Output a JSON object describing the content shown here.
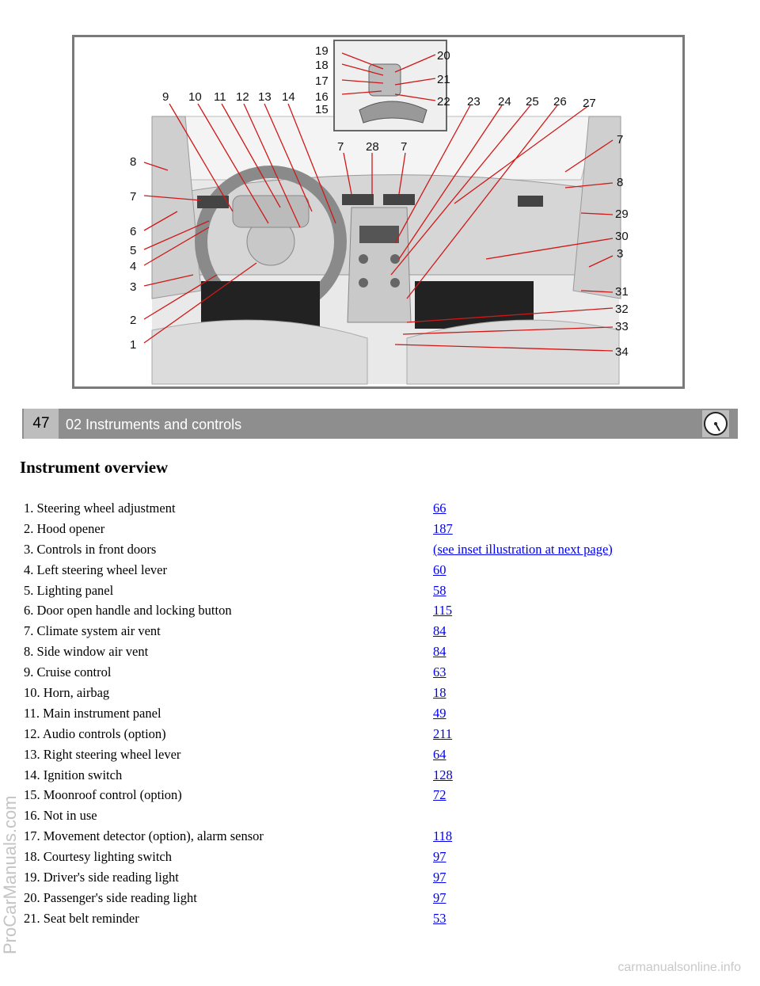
{
  "figure": {
    "callouts": [
      "1",
      "2",
      "3",
      "4",
      "5",
      "6",
      "7",
      "8",
      "9",
      "10",
      "11",
      "12",
      "13",
      "14",
      "15",
      "16",
      "17",
      "18",
      "19",
      "20",
      "21",
      "22",
      "23",
      "24",
      "25",
      "26",
      "27",
      "28",
      "29",
      "30",
      "31",
      "32",
      "33",
      "34"
    ]
  },
  "header": {
    "page_number": "47",
    "chapter_title": "02 Instruments and controls"
  },
  "page_title": "Instrument overview",
  "items": [
    {
      "label": "1. Steering wheel adjustment",
      "ref": "66"
    },
    {
      "label": "2. Hood opener",
      "ref": "187"
    },
    {
      "label": "3. Controls in front doors",
      "ref": "(see inset illustration at next page)"
    },
    {
      "label": "4. Left steering wheel lever",
      "ref": "60"
    },
    {
      "label": "5. Lighting panel",
      "ref": "58"
    },
    {
      "label": "6. Door open handle and locking button",
      "ref": "115"
    },
    {
      "label": "7. Climate system air vent",
      "ref": "84"
    },
    {
      "label": "8. Side window air vent",
      "ref": "84"
    },
    {
      "label": "9. Cruise control",
      "ref": "63"
    },
    {
      "label": "10. Horn, airbag",
      "ref": "18"
    },
    {
      "label": "11. Main instrument panel",
      "ref": "49"
    },
    {
      "label": "12. Audio controls (option)",
      "ref": "211"
    },
    {
      "label": "13. Right steering wheel lever",
      "ref": "64"
    },
    {
      "label": "14. Ignition switch",
      "ref": "128"
    },
    {
      "label": "15. Moonroof control (option)",
      "ref": "72"
    },
    {
      "label": "16. Not in use",
      "ref": ""
    },
    {
      "label": "17. Movement detector (option), alarm sensor",
      "ref": "118"
    },
    {
      "label": "18. Courtesy lighting switch",
      "ref": "97"
    },
    {
      "label": "19. Driver's side reading light",
      "ref": "97"
    },
    {
      "label": "20. Passenger's side reading light",
      "ref": "97"
    },
    {
      "label": "21. Seat belt reminder",
      "ref": "53"
    }
  ],
  "watermark": "ProCarManuals.com",
  "footer": "carmanualsonline.info",
  "colors": {
    "bar": "#8e8e8e",
    "page_box": "#bdbdbd",
    "link": "#0000ee",
    "callout_line": "#d01818"
  }
}
